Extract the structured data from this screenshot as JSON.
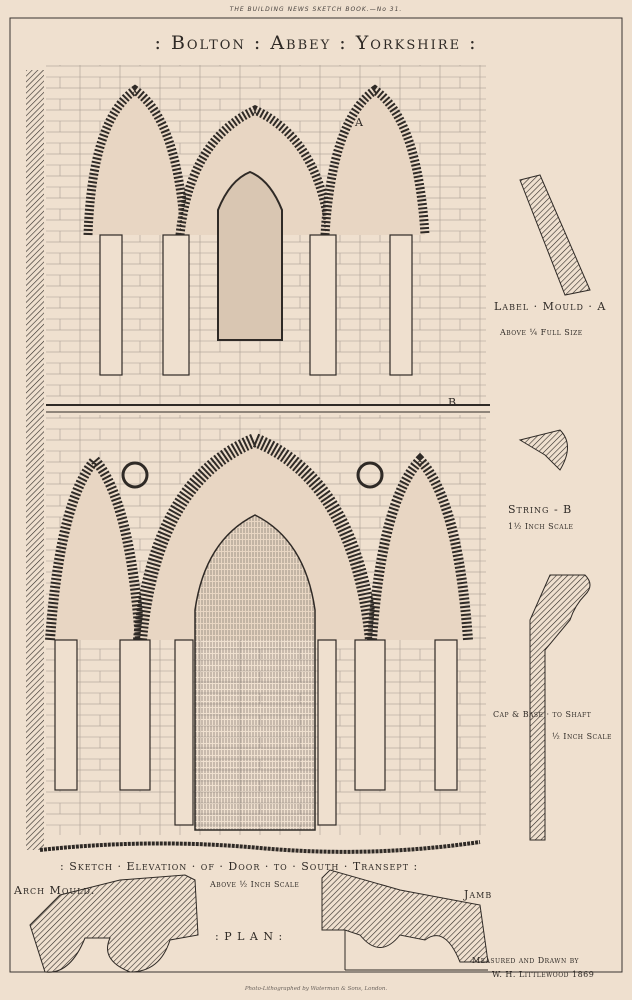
{
  "header": "THE BUILDING NEWS SKETCH BOOK.—No 31.",
  "title": ": Bolton : Abbey : Yorkshire :",
  "marks": {
    "a": "A",
    "b": "B"
  },
  "label_mould": {
    "title": "Label · Mould · A",
    "scale": "Above ¼ Full Size"
  },
  "string": {
    "title": "String - B",
    "scale": "1½ Inch Scale"
  },
  "cap_base": {
    "title": "Cap & Base · to Shaft",
    "scale": "½ Inch Scale"
  },
  "elevation_caption": ": Sketch · Elevation · of · Door · to · South · Transept :",
  "arch_mould": "Arch Mould.",
  "plan_scale": "Above ½ Inch Scale",
  "jamb": "Jamb",
  "plan": ": P L A N :",
  "credit": {
    "line1": "Measured and Drawn by",
    "line2": "W. H. Littlewood 1869"
  },
  "footer": "Photo-Lithographed by Waterman & Sons, London.",
  "colors": {
    "paper": "#efe0cf",
    "ink": "#2f2a26"
  }
}
